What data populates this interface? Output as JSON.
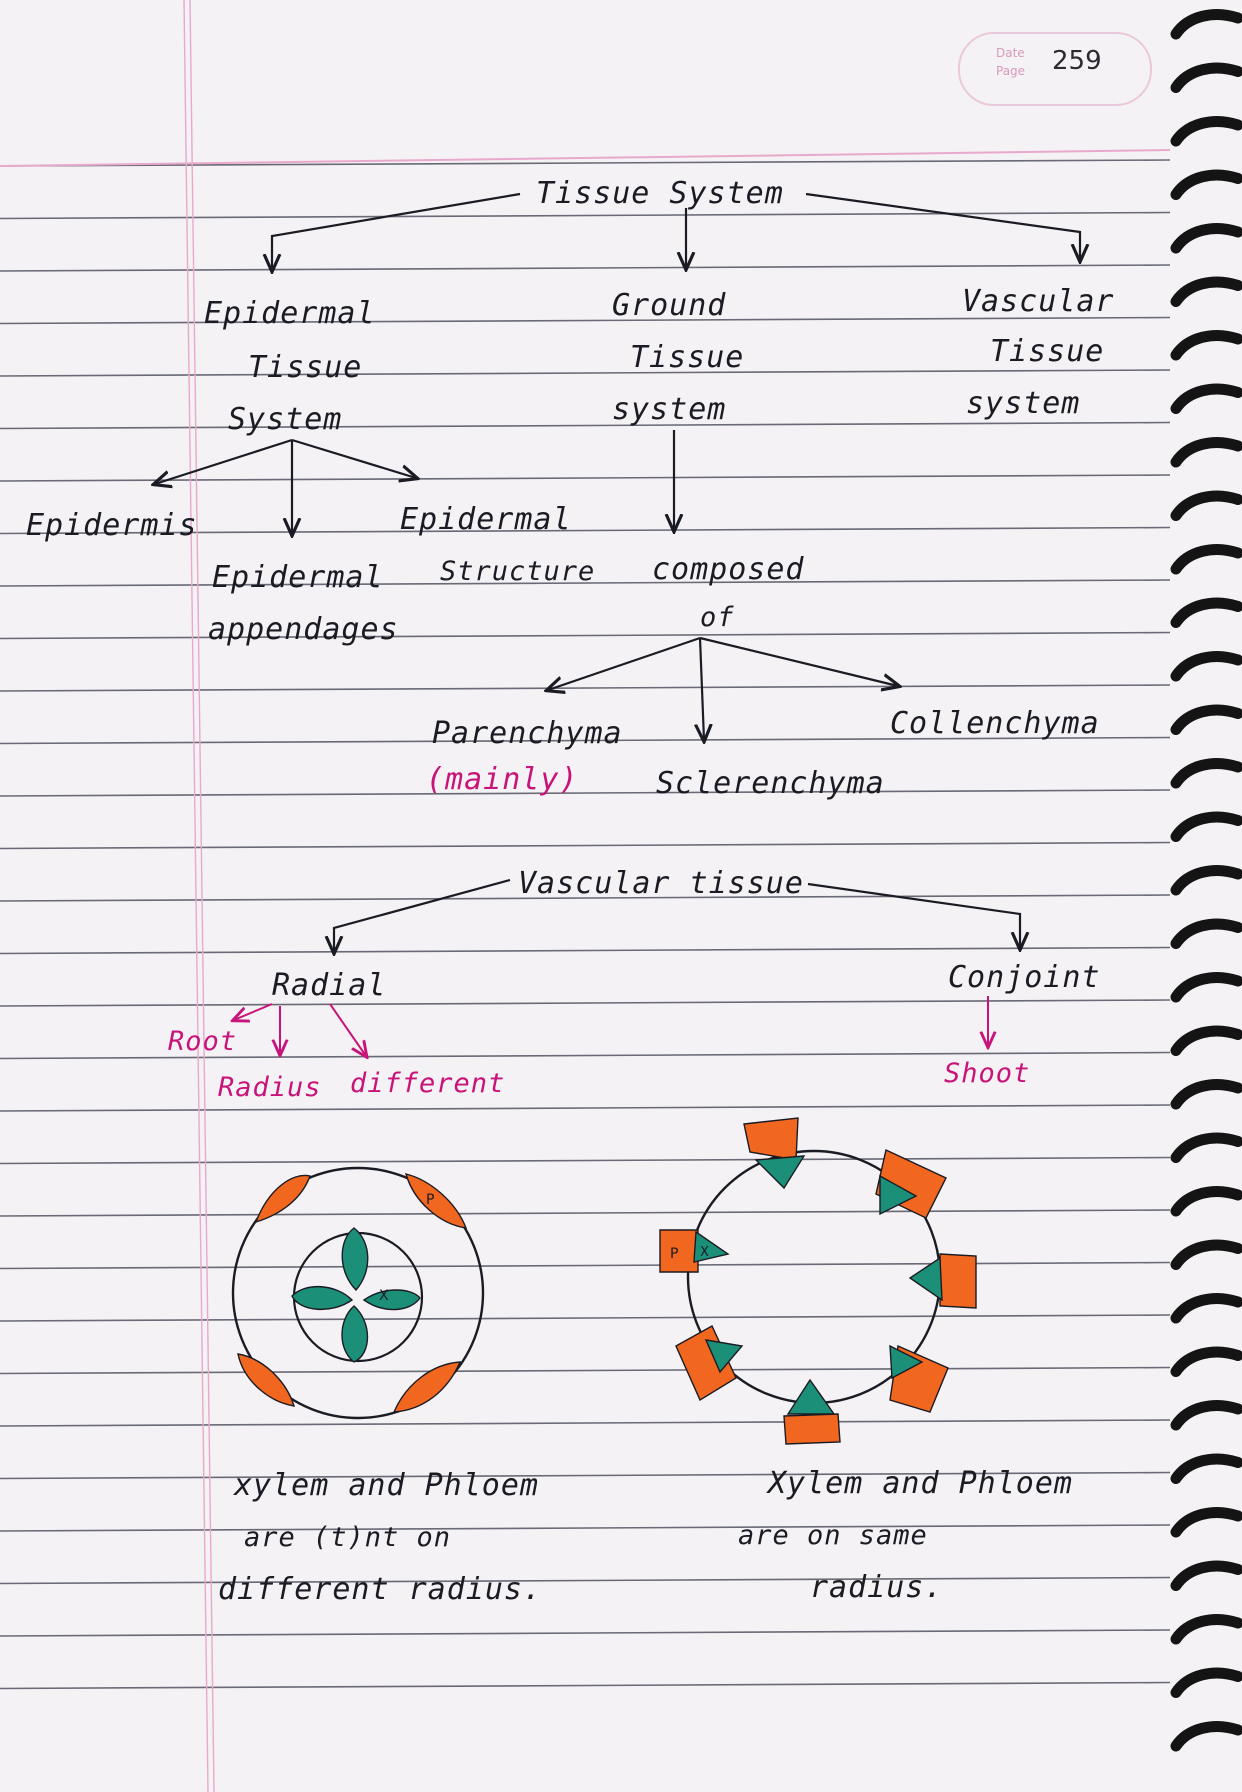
{
  "header": {
    "date_label": "Date",
    "page_label": "Page",
    "page_number": "259"
  },
  "tissue_system": {
    "title": "Tissue System",
    "branches": {
      "epidermal": [
        "Epidermal",
        "Tissue",
        "System"
      ],
      "ground": [
        "Ground",
        "Tissue",
        "system"
      ],
      "vascular": [
        "Vascular",
        "Tissue",
        "system"
      ]
    },
    "epidermal_parts": {
      "epidermis": "Epidermis",
      "appendages": [
        "Epidermal",
        "appendages"
      ],
      "structure": [
        "Epidermal",
        "Structure"
      ]
    },
    "ground_parts": {
      "composed": [
        "composed",
        "of"
      ],
      "parenchyma": "Parenchyma",
      "mainly": "(mainly)",
      "sclerenchyma": "Sclerenchyma",
      "collenchyma": "Collenchyma"
    }
  },
  "vascular_tissue": {
    "title": "Vascular tissue",
    "radial": {
      "label": "Radial",
      "root": "Root",
      "radius": "Radius",
      "different": "different"
    },
    "conjoint": {
      "label": "Conjoint",
      "shoot": "Shoot"
    },
    "radial_diagram": {
      "phloem_marker": "P",
      "xylem_marker": "X",
      "caption": [
        "xylem and Phloem",
        "are (t)nt on",
        "different radius."
      ]
    },
    "conjoint_diagram": {
      "phloem_marker": "P",
      "xylem_marker": "X",
      "caption": [
        "Xylem and Phloem",
        "are on same",
        "radius."
      ]
    }
  },
  "colors": {
    "paper": "#f4f2f4",
    "rule_line": "#3b3d4c",
    "margin_line": "#e9a9cc",
    "ink": "#1b1b24",
    "pink_ink": "#c8147a",
    "phloem_orange": "#f2671f",
    "xylem_teal": "#1c8f78"
  }
}
